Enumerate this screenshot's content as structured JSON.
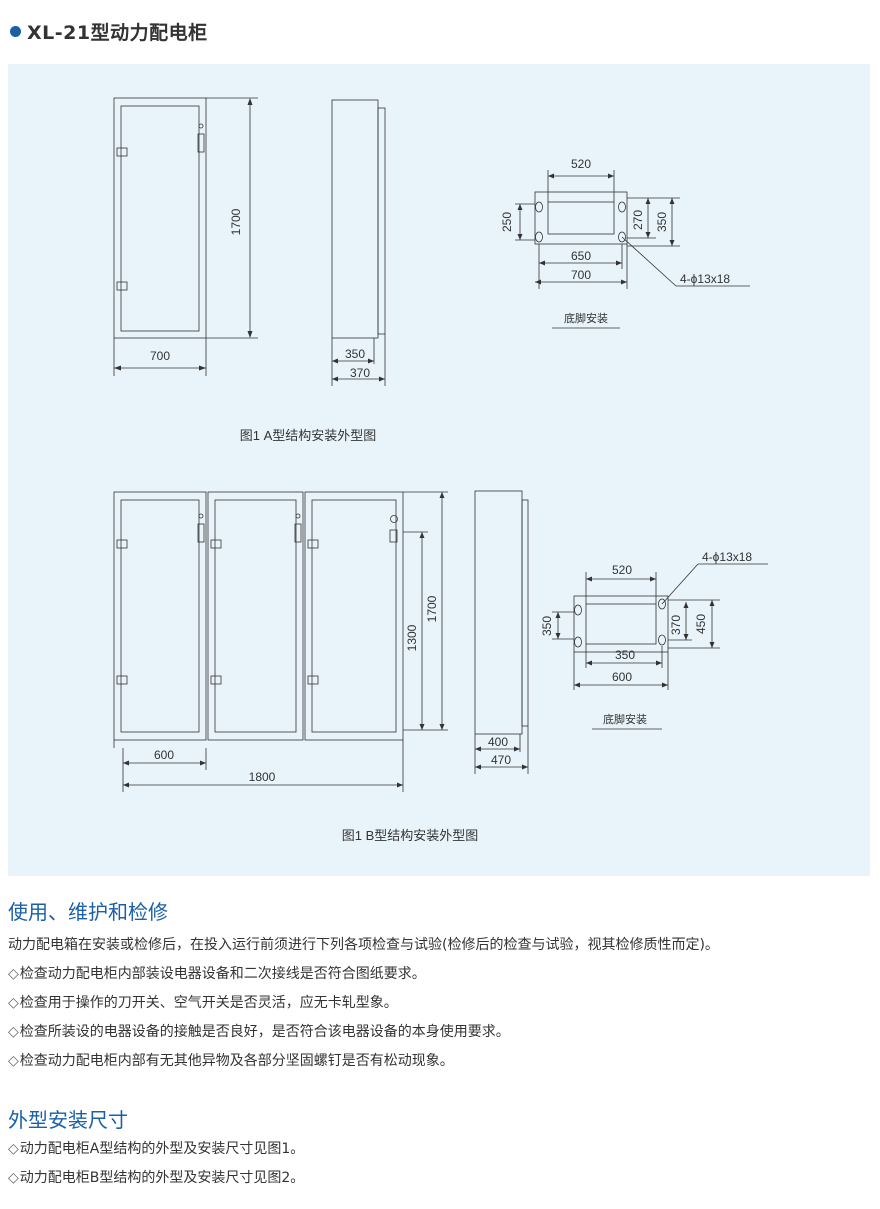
{
  "title": "XL-21型动力配电柜",
  "figure_a": {
    "caption": "图1 A型结构安装外型图",
    "dim_width": "700",
    "dim_height": "1700",
    "dim_depth_inner": "350",
    "dim_depth_outer": "370",
    "base": {
      "label": "底脚安装",
      "w_top": "520",
      "w_mid": "650",
      "w_bottom": "700",
      "h_left": "250",
      "h_right_inner": "270",
      "h_right_outer": "350",
      "holes": "4-ϕ13x18"
    }
  },
  "figure_b": {
    "caption": "图1 B型结构安装外型图",
    "dim_unit_width": "600",
    "dim_total_width": "1800",
    "dim_height_inner": "1300",
    "dim_height_outer": "1700",
    "dim_depth_inner": "400",
    "dim_depth_outer": "470",
    "base": {
      "label": "底脚安装",
      "w_top": "520",
      "w_mid": "350",
      "w_bottom": "600",
      "h_left": "350",
      "h_right_inner": "370",
      "h_right_outer": "450",
      "holes": "4-ϕ13x18"
    }
  },
  "section_usage": {
    "heading": "使用、维护和检修",
    "intro": "动力配电箱在安装或检修后，在投入运行前须进行下列各项检查与试验(检修后的检查与试验，视其检修质性而定)。",
    "bullet_symbol": "◇",
    "items": [
      "检查动力配电柜内部装设电器设备和二次接线是否符合图纸要求。",
      "检查用于操作的刀开关、空气开关是否灵活，应无卡轧型象。",
      "检查所装设的电器设备的接触是否良好，是否符合该电器设备的本身使用要求。",
      "检查动力配电柜内部有无其他异物及各部分坚固螺钉是否有松动现象。"
    ]
  },
  "section_dims": {
    "heading": "外型安装尺寸",
    "bullet_symbol": "◇",
    "items": [
      "动力配电柜A型结构的外型及安装尺寸见图1。",
      "动力配电柜B型结构的外型及安装尺寸见图2。"
    ]
  }
}
